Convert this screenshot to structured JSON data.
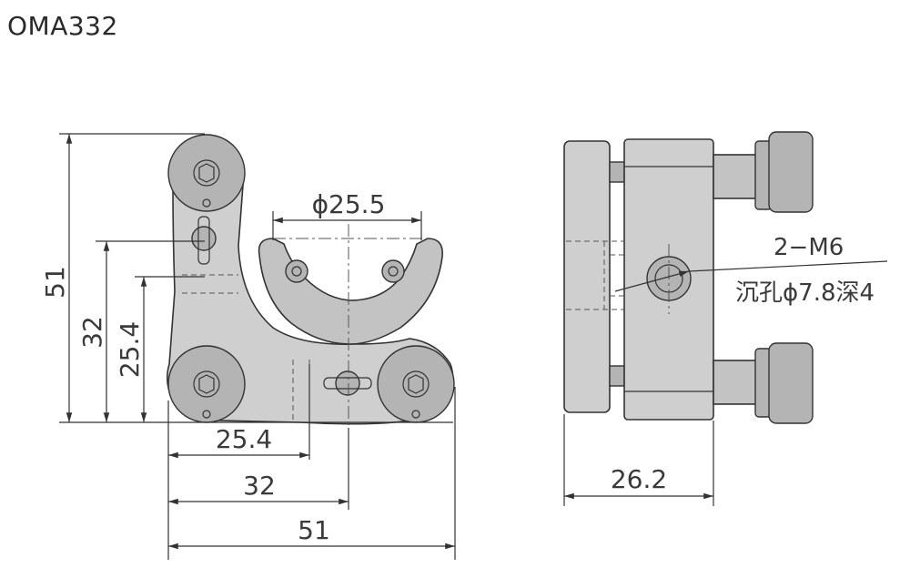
{
  "title": "OMA332",
  "front_view": {
    "height_total": "51",
    "height_32": "32",
    "height_25_4": "25.4",
    "bore": "ϕ25.5",
    "width_25_4": "25.4",
    "width_32": "32",
    "width_total": "51"
  },
  "side_view": {
    "thread_note": "2−M6",
    "counterbore_note": "沉孔ϕ7.8深4",
    "depth": "26.2"
  }
}
